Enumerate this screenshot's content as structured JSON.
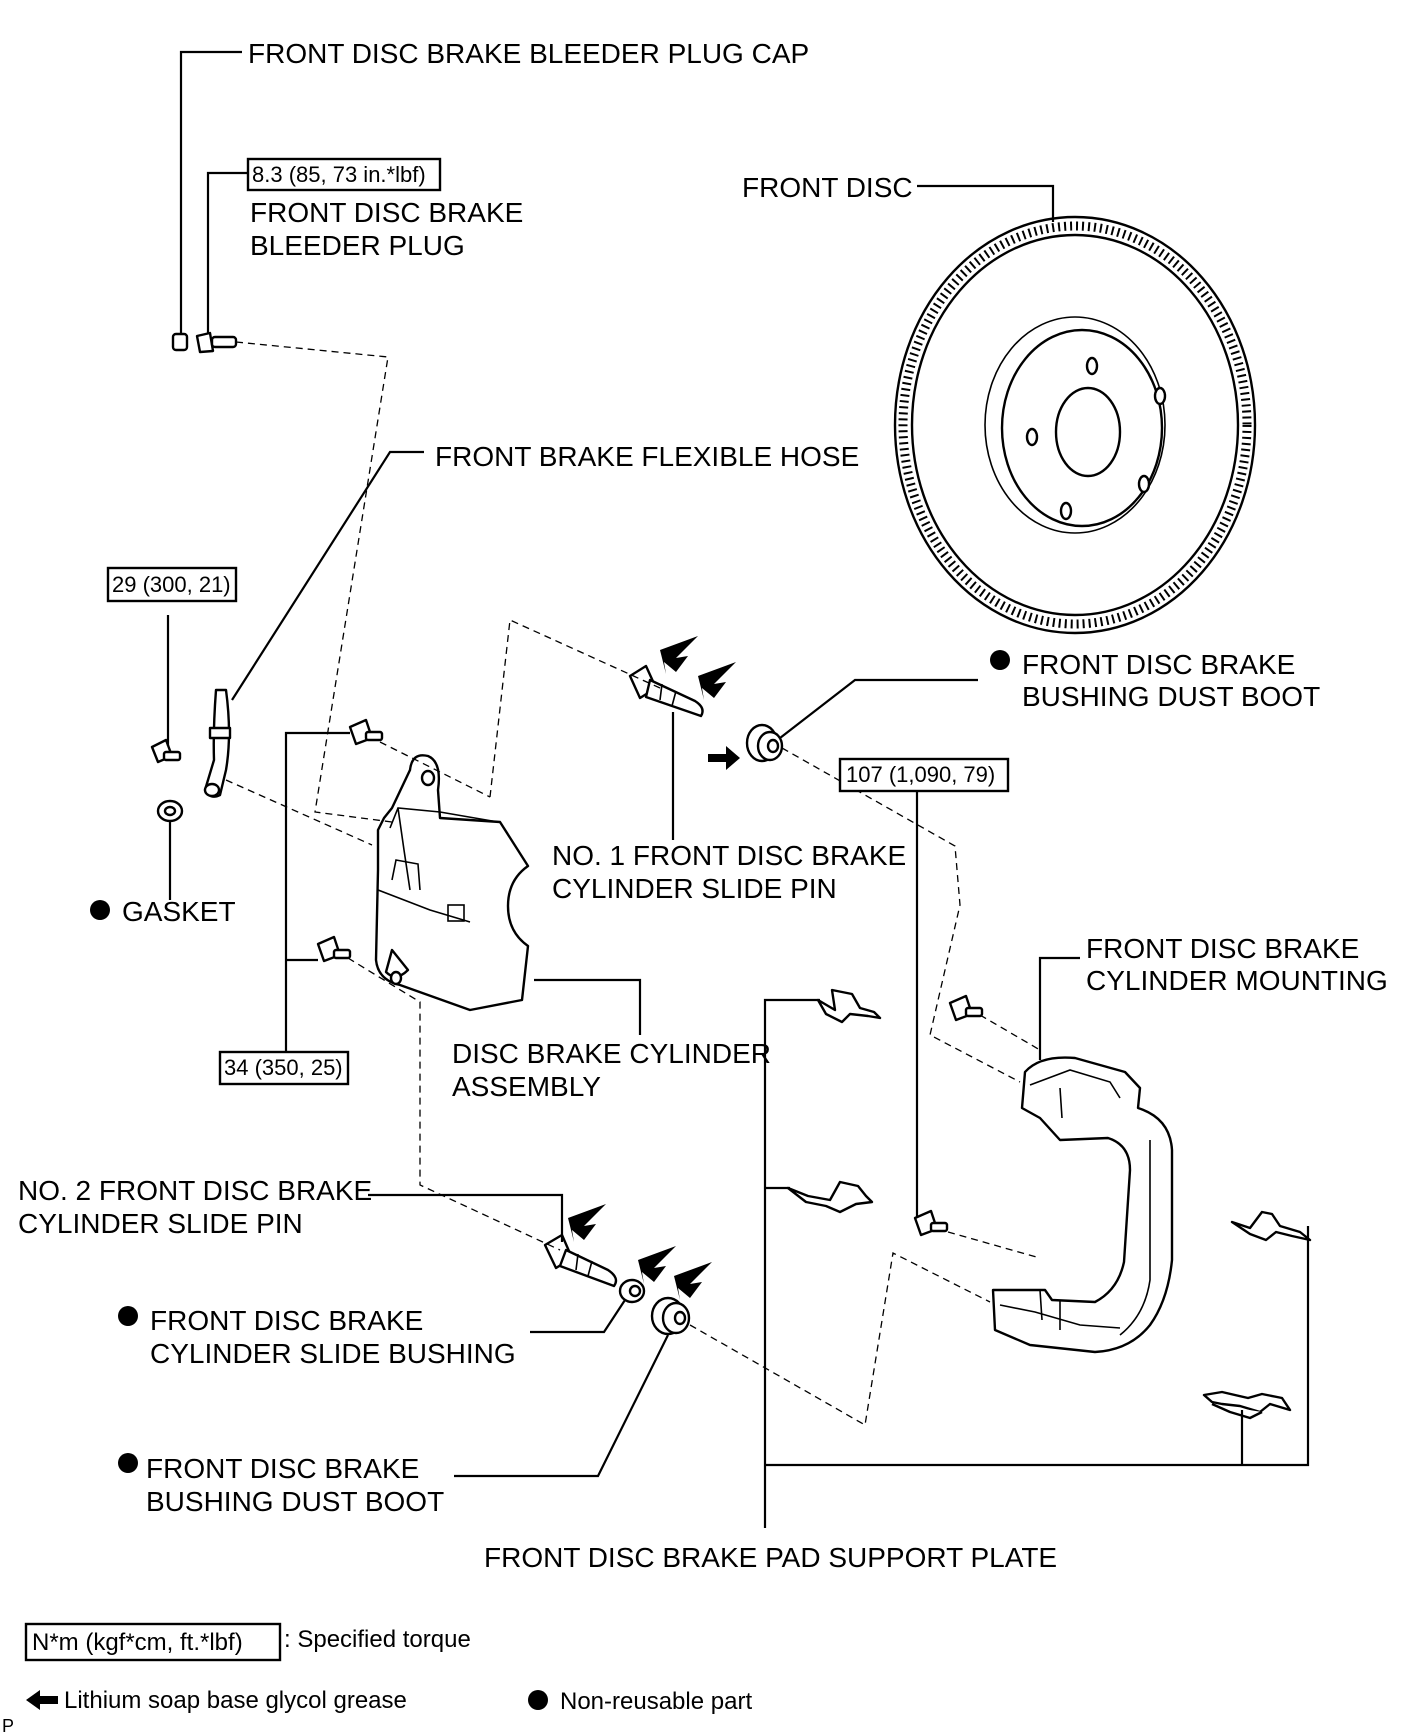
{
  "labels": {
    "bleeder_plug_cap": "FRONT DISC BRAKE BLEEDER PLUG CAP",
    "bleeder_plug_1": "FRONT DISC BRAKE",
    "bleeder_plug_2": "BLEEDER PLUG",
    "front_disc": "FRONT DISC",
    "flexible_hose": "FRONT BRAKE FLEXIBLE HOSE",
    "dust_boot_top_1": "FRONT DISC BRAKE",
    "dust_boot_top_2": "BUSHING DUST BOOT",
    "gasket": "GASKET",
    "slide_pin_1_a": "NO. 1 FRONT DISC BRAKE",
    "slide_pin_1_b": "CYLINDER SLIDE PIN",
    "cylinder_mounting_1": "FRONT DISC BRAKE",
    "cylinder_mounting_2": "CYLINDER MOUNTING",
    "cylinder_assembly_1": "DISC BRAKE CYLINDER",
    "cylinder_assembly_2": "ASSEMBLY",
    "slide_pin_2_a": "NO. 2 FRONT DISC BRAKE",
    "slide_pin_2_b": "CYLINDER SLIDE PIN",
    "slide_bushing_1": "FRONT DISC BRAKE",
    "slide_bushing_2": "CYLINDER SLIDE BUSHING",
    "dust_boot_bottom_1": "FRONT DISC BRAKE",
    "dust_boot_bottom_2": "BUSHING DUST BOOT",
    "pad_support_plate": "FRONT DISC BRAKE PAD SUPPORT PLATE"
  },
  "torques": {
    "bleeder": "8.3 (85, 73 in.*lbf)",
    "hose_bolt": "29 (300, 21)",
    "mounting_bolt": "107 (1,090, 79)",
    "cylinder_bolt": "34 (350, 25)"
  },
  "legend": {
    "torque_unit": "N*m (kgf*cm, ft.*lbf)",
    "torque_desc": ": Specified torque",
    "grease_desc": "Lithium soap base glycol grease",
    "nonreusable_desc": "Non-reusable part"
  },
  "corner_mark": "P",
  "icons": {
    "non_reusable": "filled-circle-icon",
    "grease": "arrow-icon"
  }
}
